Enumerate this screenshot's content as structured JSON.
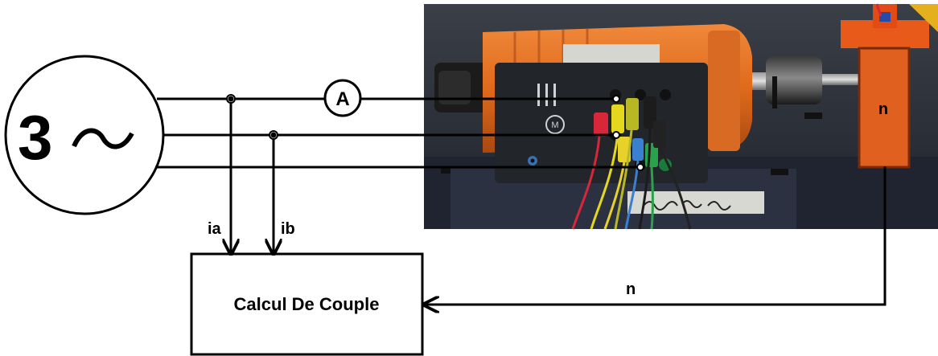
{
  "source": {
    "label": "3",
    "symbol": "~"
  },
  "ammeter": {
    "label": "A"
  },
  "currents": {
    "ia": "ia",
    "ib": "ib"
  },
  "speed_sensor": {
    "label": "n"
  },
  "speed_signal": {
    "label": "n"
  },
  "torque_block": {
    "label": "Calcul De Couple"
  }
}
